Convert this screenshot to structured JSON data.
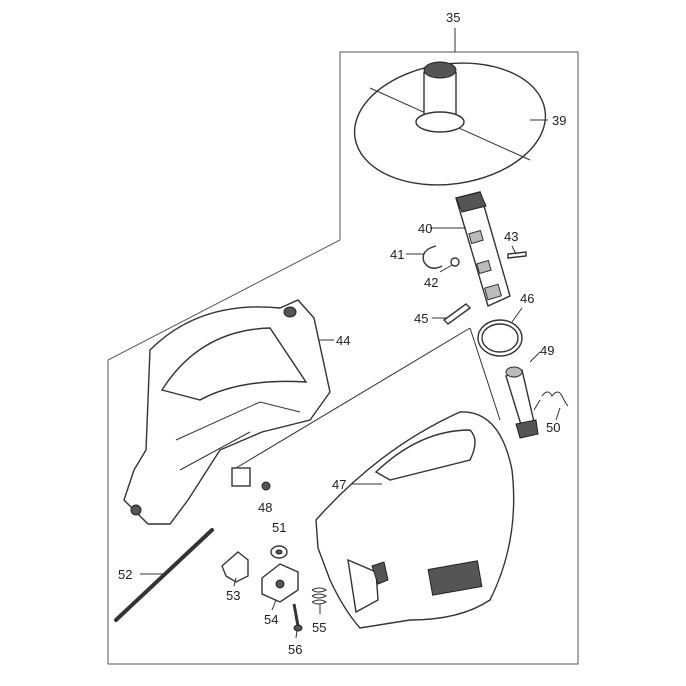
{
  "diagram": {
    "labels": {
      "p35": "35",
      "p39": "39",
      "p40": "40",
      "p41": "41",
      "p42": "42",
      "p43": "43",
      "p44": "44",
      "p45": "45",
      "p46": "46",
      "p47": "47",
      "p48": "48",
      "p49": "49",
      "p50": "50",
      "p51": "51",
      "p52": "52",
      "p53": "53",
      "p54": "54",
      "p55": "55",
      "p56": "56"
    }
  }
}
